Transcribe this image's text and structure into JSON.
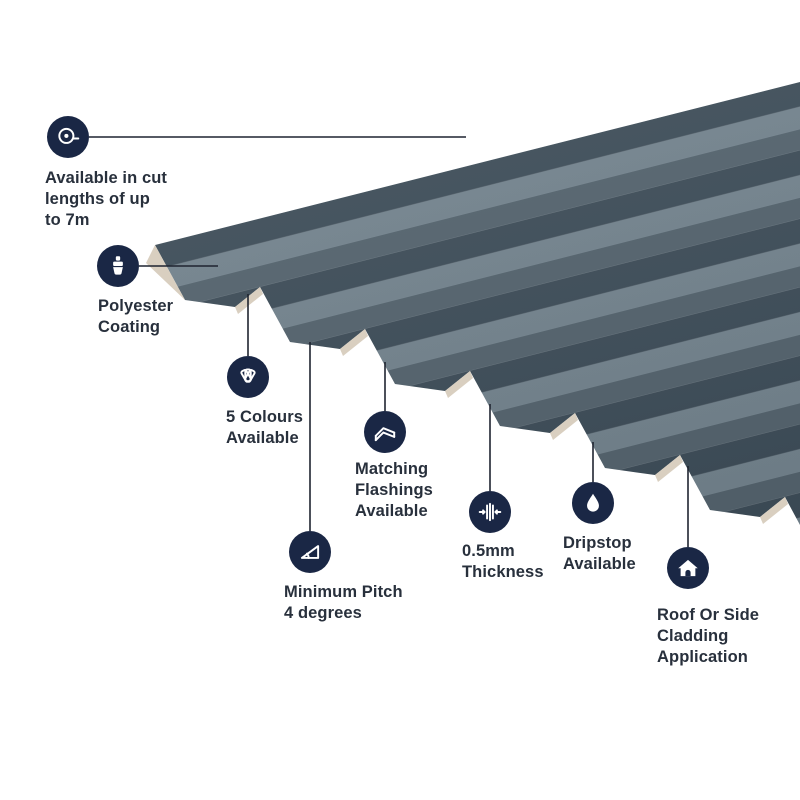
{
  "colors": {
    "bg": "#ffffff",
    "icon_bg": "#1a2745",
    "icon_glyph": "#ffffff",
    "line": "#1f2430",
    "text": "#28303c",
    "sheet_dark": "#3c4c58",
    "sheet_light": "#73848f",
    "sheet_mid": "#53636e",
    "sheet_edge": "#d9cfc0"
  },
  "illustration": {
    "subject": "box-profile-roofing-sheet"
  },
  "callouts": [
    {
      "name": "cut-lengths",
      "icon": "tape-measure-icon",
      "label": "Available in cut lengths of up to 7m",
      "text_lines": [
        "Available in cut",
        "lengths of up",
        "to 7m"
      ]
    },
    {
      "name": "polyester-coating",
      "icon": "paintbrush-icon",
      "label": "Polyester Coating",
      "text_lines": [
        "Polyester",
        "Coating"
      ]
    },
    {
      "name": "colours-available",
      "icon": "colour-swatch-icon",
      "label": "5 Colours Available",
      "text_lines": [
        "5 Colours",
        "Available"
      ]
    },
    {
      "name": "matching-flashings",
      "icon": "flashing-icon",
      "label": "Matching Flashings Available",
      "text_lines": [
        "Matching",
        "Flashings",
        "Available"
      ]
    },
    {
      "name": "minimum-pitch",
      "icon": "pitch-angle-icon",
      "label": "Minimum Pitch 4 degrees",
      "text_lines": [
        "Minimum Pitch",
        "4 degrees"
      ]
    },
    {
      "name": "thickness",
      "icon": "thickness-icon",
      "label": "0.5mm Thickness",
      "text_lines": [
        "0.5mm",
        "Thickness"
      ]
    },
    {
      "name": "dripstop",
      "icon": "water-drop-icon",
      "label": "Dripstop Available",
      "text_lines": [
        "Dripstop",
        "Available"
      ]
    },
    {
      "name": "cladding-application",
      "icon": "house-icon",
      "label": "Roof Or Side Cladding Application",
      "text_lines": [
        "Roof Or Side",
        "Cladding",
        "Application"
      ]
    }
  ]
}
